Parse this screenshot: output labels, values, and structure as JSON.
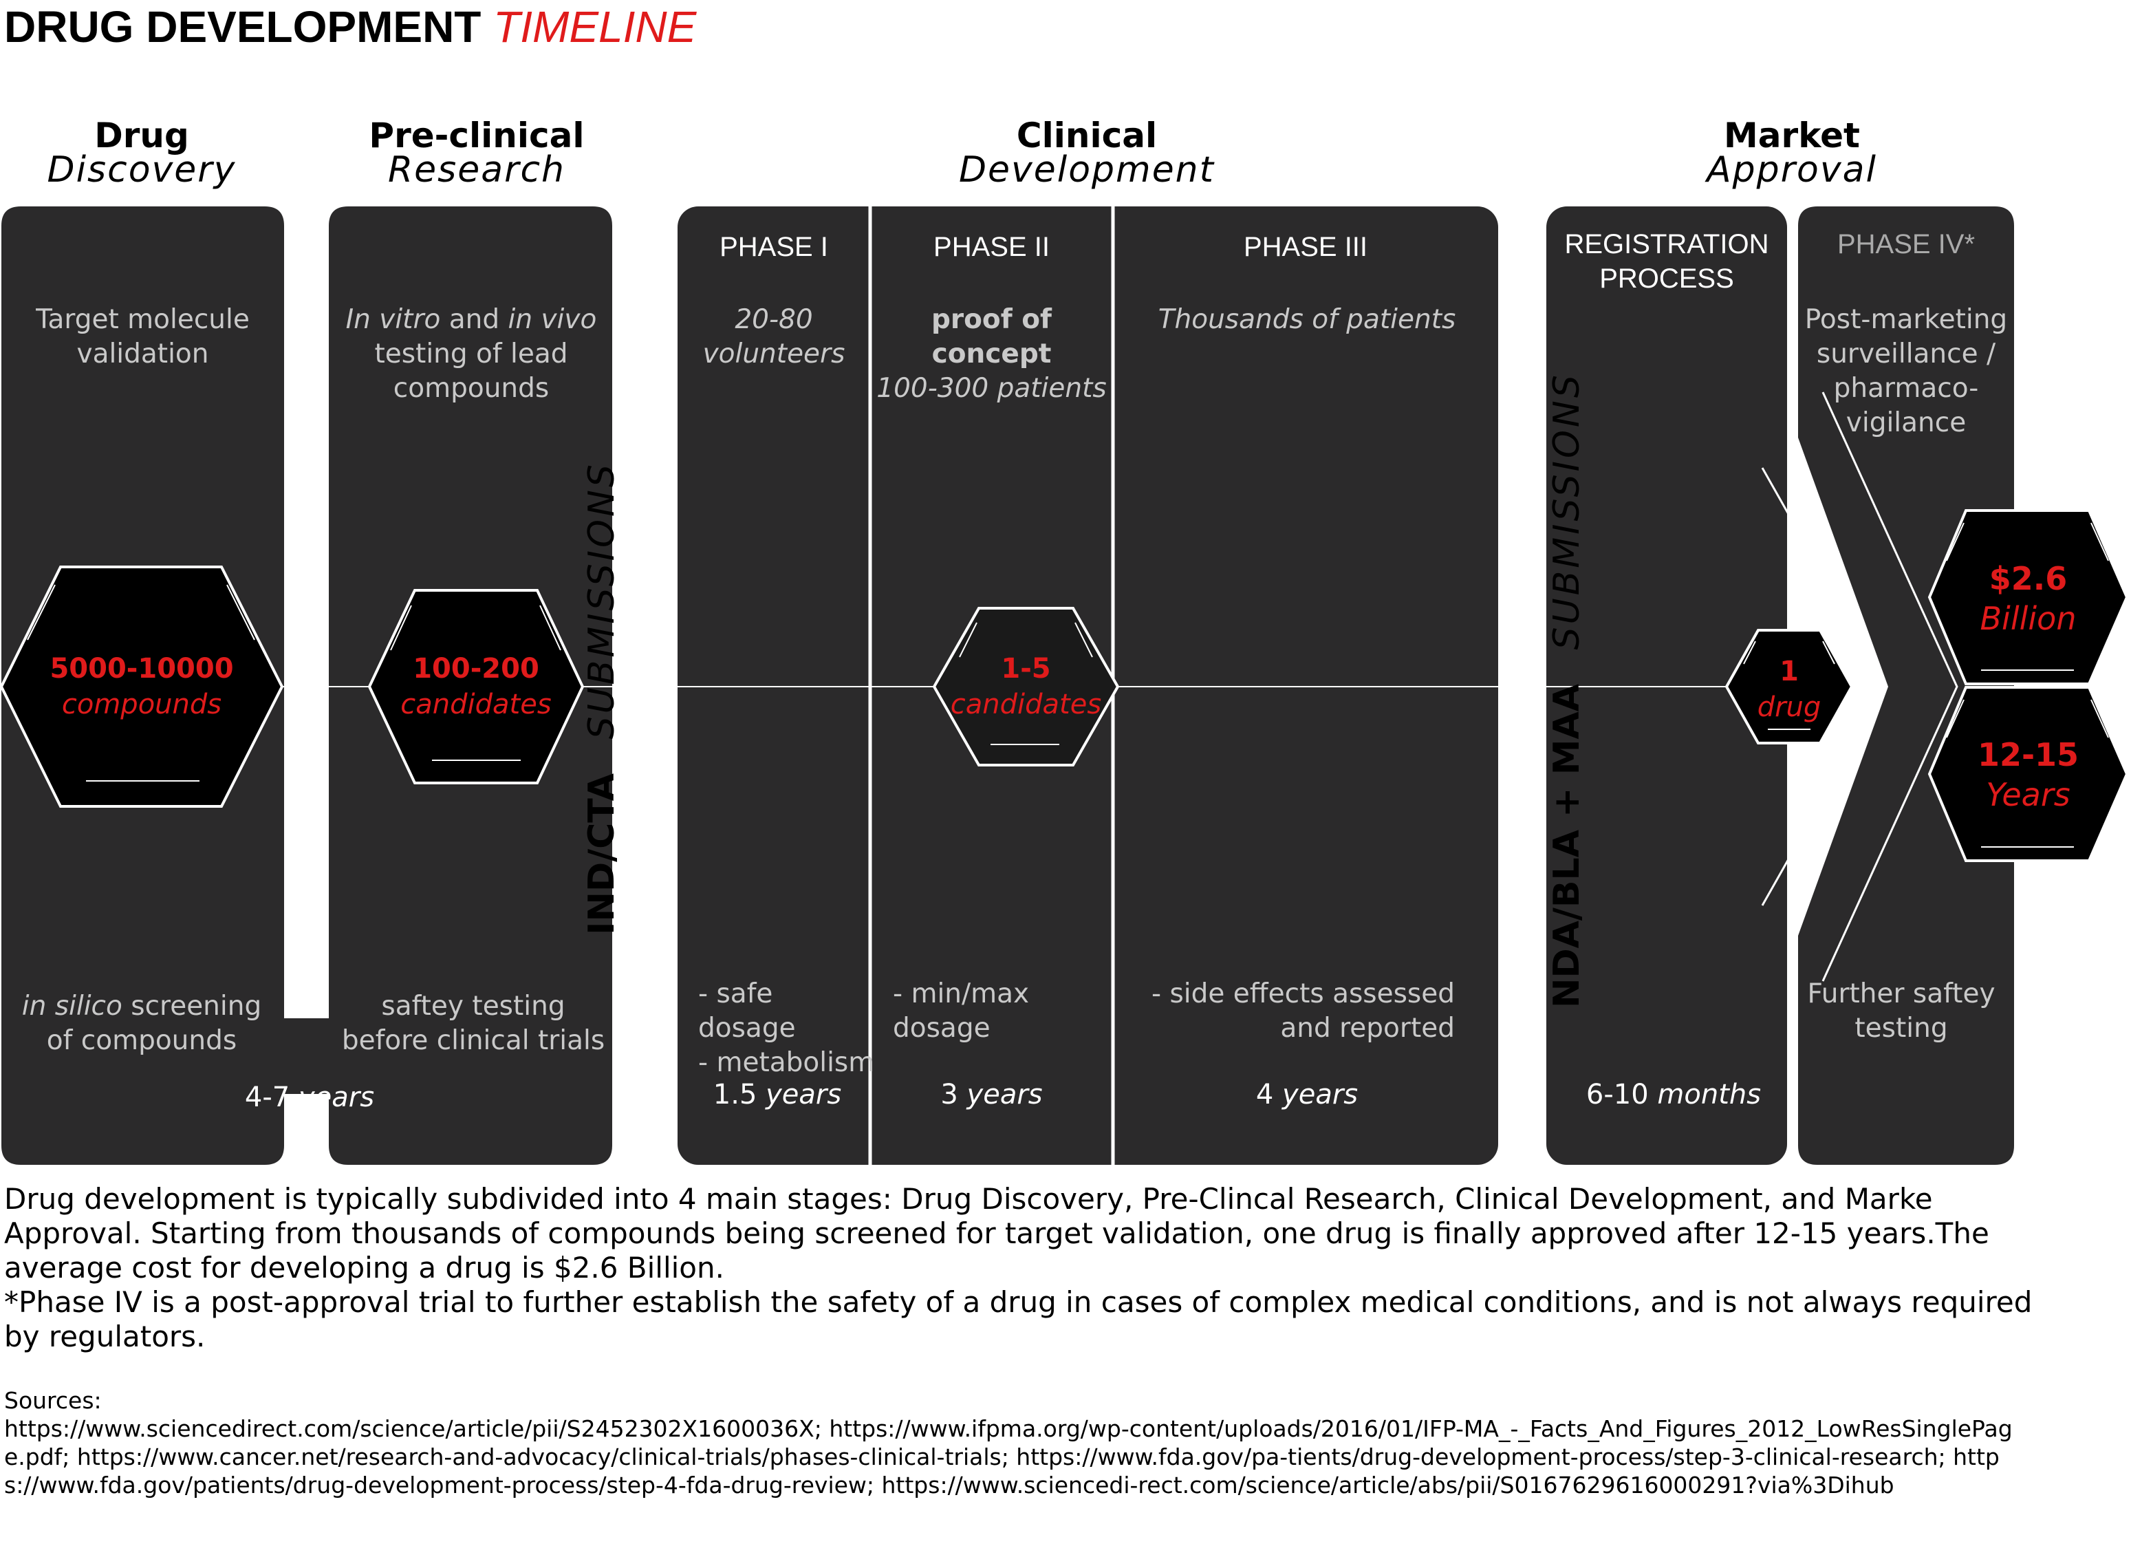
{
  "title": {
    "main": "DRUG DEVELOPMENT",
    "accent": "TIMELINE"
  },
  "stages": [
    {
      "bold": "Drug",
      "italic": "Discovery"
    },
    {
      "bold": "Pre-clinical",
      "italic": "Research"
    },
    {
      "bold": "Clinical",
      "italic": "Development"
    },
    {
      "bold": "Market",
      "italic": "Approval"
    }
  ],
  "phases": {
    "phase1": "PHASE I",
    "phase2": "PHASE II",
    "phase3": "PHASE III",
    "registration": "REGISTRATION PROCESS",
    "phase4": "PHASE IV*"
  },
  "descriptions": {
    "discovery": "Target molecule validation",
    "preclinical_a": "In vitro",
    "preclinical_b": " and ",
    "preclinical_c": "in vivo",
    "preclinical_d": "testing of lead compounds",
    "phase1": "20-80 volunteers",
    "phase2_bold": "proof of concept",
    "phase2_italic": "100-300 patients",
    "phase3": "Thousands of patients",
    "phase4": "Post-marketing surveillance / pharmaco-vigilance"
  },
  "bottom_notes": {
    "discovery_italic": "in silico",
    "discovery_rest": " screening of compounds",
    "preclinical": "saftey testing before clinical trials",
    "phase1": "- safe dosage\n- metabolism",
    "phase2": "- min/max dosage",
    "phase3": "- side effects assessed and reported",
    "phase4": "Further saftey testing"
  },
  "durations": {
    "discovery_preclinical": {
      "num": "4-7",
      "unit": "years"
    },
    "phase1": {
      "num": "1.5",
      "unit": "years"
    },
    "phase2": {
      "num": "3",
      "unit": "years"
    },
    "phase3": {
      "num": "4",
      "unit": "years"
    },
    "registration": {
      "num": "6-10",
      "unit": "months"
    }
  },
  "funnel": [
    {
      "num": "5000-10000",
      "unit": "compounds"
    },
    {
      "num": "100-200",
      "unit": "candidates"
    },
    {
      "num": "1-5",
      "unit": "candidates"
    },
    {
      "num": "1",
      "unit": "drug"
    }
  ],
  "results": [
    {
      "num": "$2.6",
      "unit": "Billion"
    },
    {
      "num": "12-15",
      "unit": "Years"
    }
  ],
  "submissions": {
    "ind_bold": "IND/CTA",
    "ind_italic": "SUBMISSIONS",
    "nda_bold": "NDA/BLA + MAA",
    "nda_italic": "SUBMISSIONS"
  },
  "caption": {
    "p1": "Drug development is typically subdivided into 4 main stages: Drug Discovery, Pre-Clincal Research, Clinical Development, and Marke Approval. Starting from thousands of compounds being screened for target validation, one drug is finally approved after 12-15 years.The average cost for developing a drug is $2.6 Billion.",
    "p2": "*Phase IV is a post-approval trial to further establish the safety of a drug in cases of complex medical conditions, and is not always required by regulators."
  },
  "sources": {
    "label": "Sources:",
    "text": "https://www.sciencedirect.com/science/article/pii/S2452302X1600036X; https://www.ifpma.org/wp-content/uploads/2016/01/IFP-MA_-_Facts_And_Figures_2012_LowResSinglePage.pdf; https://www.cancer.net/research-and-advocacy/clinical-trials/phases-clinical-trials; https://www.fda.gov/pa-tients/drug-development-process/step-3-clinical-research; https://www.fda.gov/patients/drug-development-process/step-4-fda-drug-review; https://www.sciencedi-rect.com/science/article/abs/pii/S0167629616000291?via%3Dihub"
  },
  "colors": {
    "panel": "#2b2a2b",
    "hex_fill": "#000000",
    "accent": "#e01b1b",
    "text_grey": "#c9c9c9"
  }
}
